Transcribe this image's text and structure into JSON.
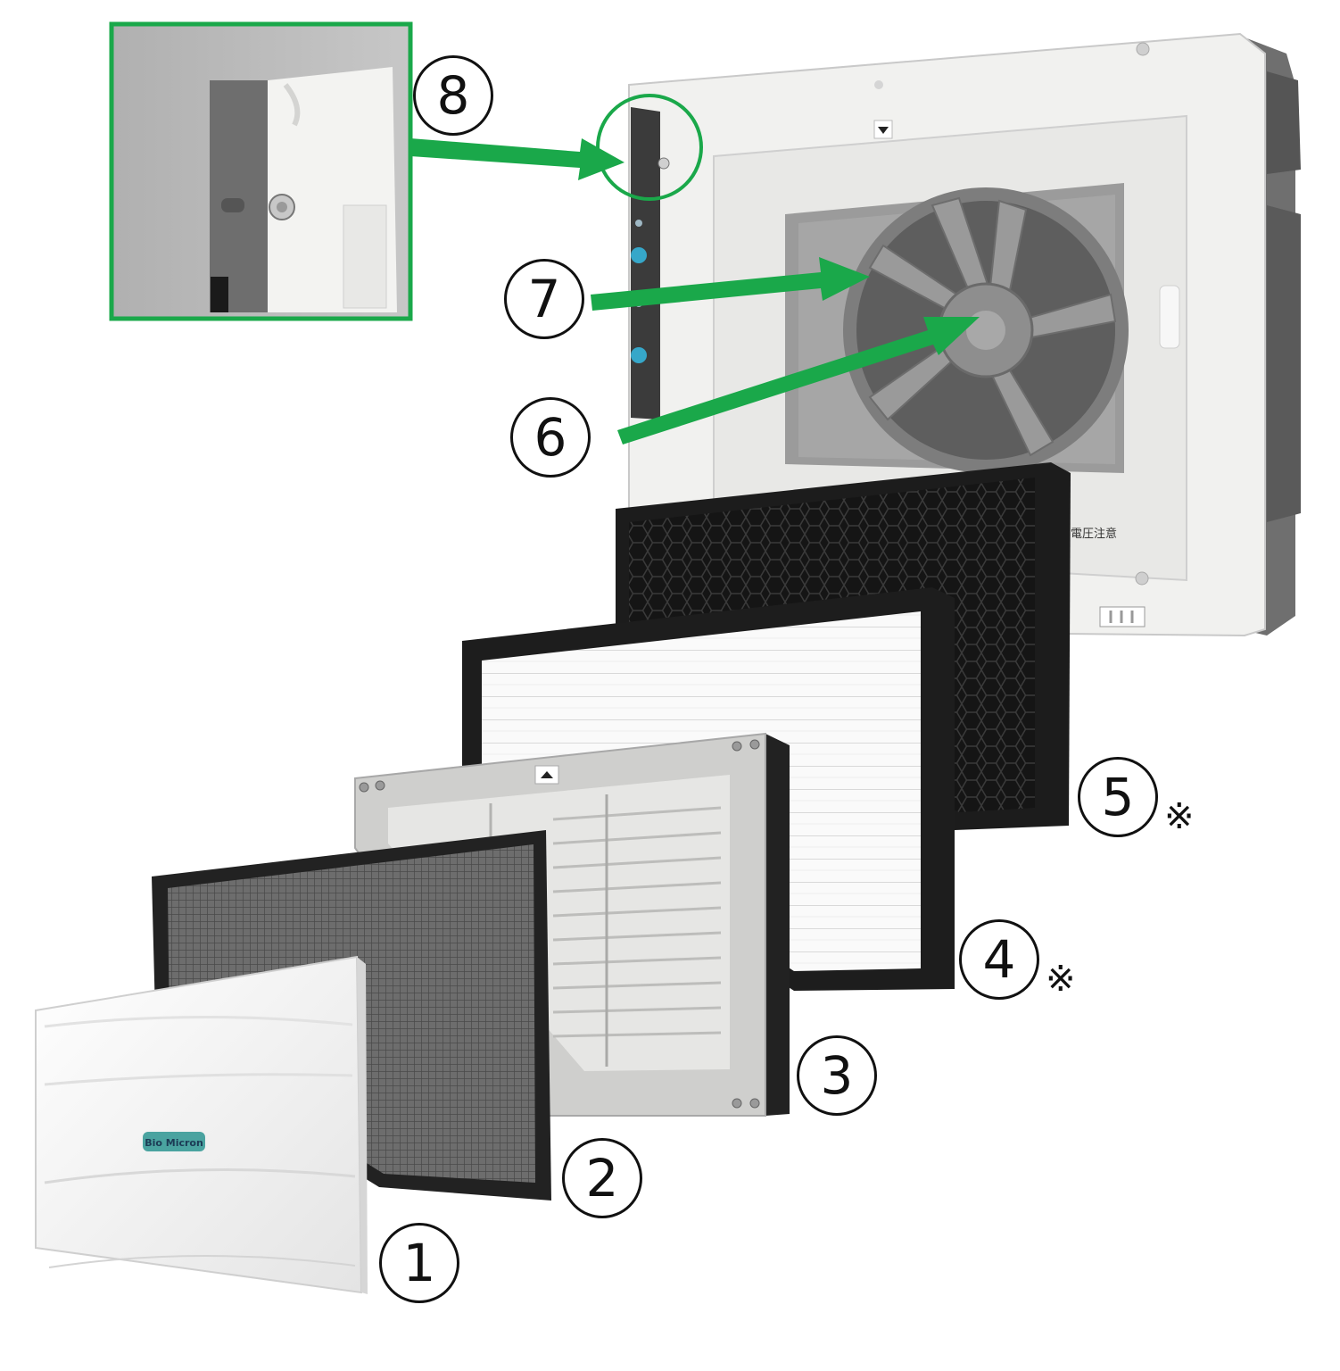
{
  "labels": {
    "c1": "1",
    "c2": "2",
    "c3": "3",
    "c4": "4",
    "c5": "5",
    "c6": "6",
    "c7": "7",
    "c8": "8",
    "note_mark": "※"
  },
  "unit_text": {
    "warning": "電圧注意"
  },
  "cover_logo": "Bio Micron",
  "colors": {
    "accent_green": "#1aa84a",
    "housing_white": "#f2f2f0",
    "frame_black": "#1c1c1c",
    "panel_gray": "#9a9a9a",
    "button_teal": "#36a7c9",
    "logo_teal": "#4aa3a0"
  }
}
